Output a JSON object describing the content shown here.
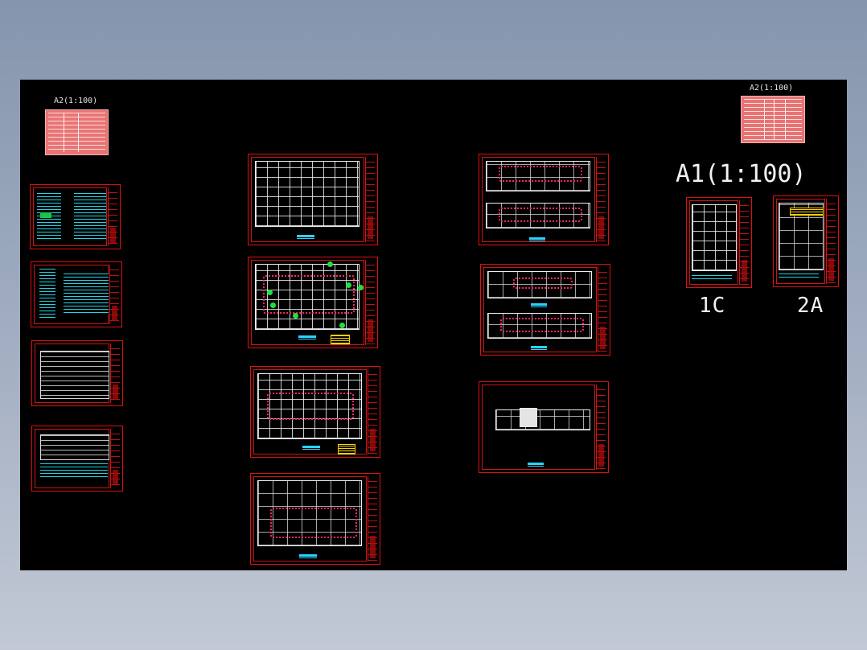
{
  "labels": {
    "a2_left": "A2(1:100)",
    "a2_right": "A2(1:100)",
    "a1": "A1(1:100)",
    "sheet_1c": "1C",
    "sheet_2a": "2A"
  },
  "colors": {
    "background_top": "#8595ad",
    "background_bottom": "#c2c9d5",
    "canvas": "#000000",
    "frame": "#e01010",
    "pipe": "#ff2a5e",
    "node": "#22e03a",
    "caption": "#2ad3ff",
    "legend_block": "#e87474"
  }
}
